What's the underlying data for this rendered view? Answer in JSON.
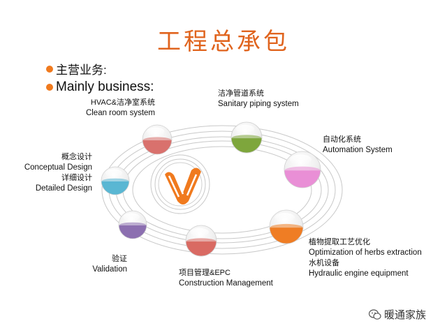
{
  "title": "工程总承包",
  "bullets": {
    "line1": "主营业务:",
    "line2": "Mainly business:"
  },
  "nodes": {
    "hvac": {
      "cn": "HVAC&洁净室系统",
      "en": "Clean room system",
      "color": "#d9716d"
    },
    "sanitary": {
      "cn": "洁净管道系统",
      "en": "Sanitary piping system",
      "color": "#7ea63c"
    },
    "automation": {
      "cn": "自动化系统",
      "en": "Automation System",
      "color": "#e98fd6"
    },
    "herbs": {
      "cn": "植物提取工艺优化",
      "en": "Optimization of herbs extraction",
      "cn2": "水机设备",
      "en2": "Hydraulic engine equipment",
      "color": "#ef7d24"
    },
    "epc": {
      "cn": "项目管理&EPC",
      "en": "Construction Management",
      "color": "#d96a63"
    },
    "validation": {
      "cn": "验证",
      "en": "Validation",
      "color": "#8c6fb0"
    },
    "design": {
      "cn": "概念设计",
      "en": "Conceptual Design",
      "cn2": "详细设计",
      "en2": "Detailed Design",
      "color": "#5ab7d3"
    }
  },
  "center_logo": {
    "icon": "company-logo-icon",
    "color": "#f07a1e"
  },
  "watermark": {
    "icon": "wechat-icon",
    "text": "暖通家族"
  }
}
